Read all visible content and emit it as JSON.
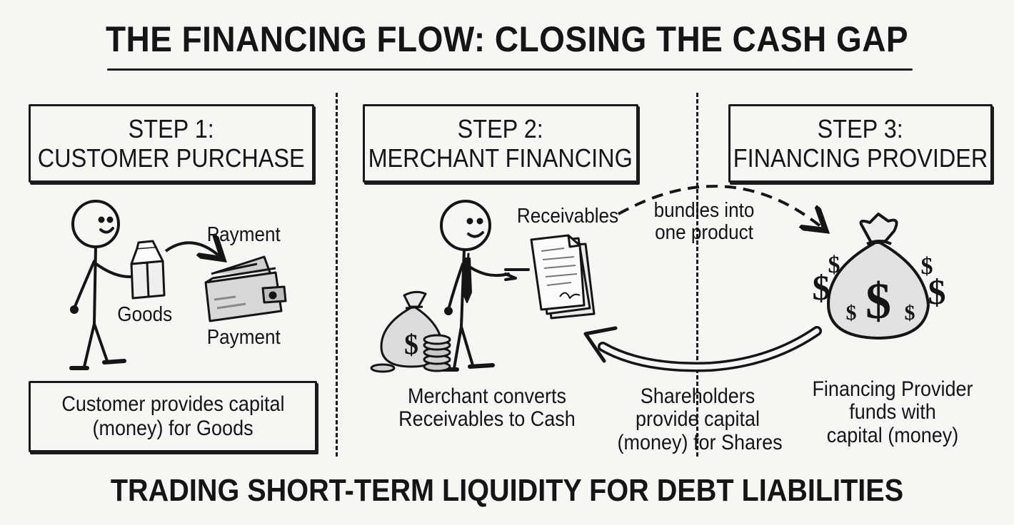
{
  "title": "THE FINANCING FLOW: CLOSING THE CASH GAP",
  "steps": [
    {
      "heading": [
        "STEP 1:",
        "CUSTOMER PURCHASE"
      ],
      "labels": {
        "goods": "Goods",
        "payment_top": "Payment",
        "payment_bottom": "Payment"
      },
      "description": [
        "Customer provides capital",
        "(money) for Goods"
      ]
    },
    {
      "heading": [
        "STEP 2:",
        "MERCHANT FINANCING"
      ],
      "labels": {
        "receivables": "Receivables",
        "bundles": [
          "bundles into",
          "one product"
        ]
      },
      "description": [
        "Merchant converts",
        "Receivables to Cash"
      ]
    },
    {
      "heading": [
        "STEP 3:",
        "FINANCING PROVIDER"
      ],
      "labels": {
        "shareholders": [
          "Shareholders",
          "provide capital",
          "(money) for Shares"
        ]
      },
      "description": [
        "Financing Provider",
        "funds with",
        "capital (money)"
      ]
    }
  ],
  "icons": {
    "dollar": "$",
    "document_signature": "Jgm"
  },
  "footer": "TRADING SHORT-TERM LIQUIDITY FOR DEBT LIABILITIES"
}
